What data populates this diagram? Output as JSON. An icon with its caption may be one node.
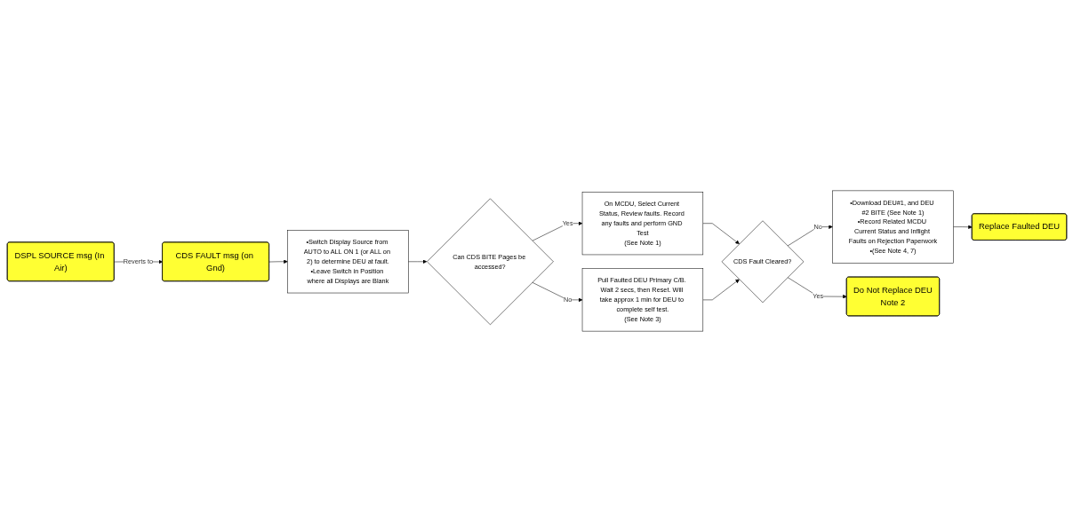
{
  "diagram": {
    "nodes": [
      {
        "text": [
          "CDS FAULT msg (on Gnd)"
        ]
      },
      {
        "text": [
          "DSPL SOURCE msg (In Air)"
        ]
      },
      {
        "text": [
          "•Switch Display Source from AUTO to ALL ON 1 (or ALL on 2) to determine DEU at fault.",
          "•Leave Switch in Position where all Displays are Blank"
        ]
      },
      {
        "text": [
          "Can CDS BITE Pages be accessed?"
        ]
      },
      {
        "text": [
          "On MCDU, Select Current Status, Review faults. Record any faults and perform GND Test",
          "(See Note 1)"
        ]
      },
      {
        "text": [
          "Pull Faulted DEU Primary C/B. Wait 2 secs, then Reset. Will take approx 1 min for DEU to complete self test.",
          "(See Note 3)"
        ]
      },
      {
        "text": [
          "CDS Fault Cleared?"
        ]
      },
      {
        "text": [
          "•Download DEU#1, and DEU #2 BITE (See Note 1)",
          "•Record Related MCDU Current Status and Inflight Faults on Rejection Paperwork",
          "•(See Note 4, 7)"
        ]
      },
      {
        "text": [
          "Replace Faulted DEU"
        ]
      },
      {
        "text": [
          "Do Not Replace DEU",
          "Note 2"
        ]
      }
    ],
    "edges": [
      {
        "from": 1,
        "to": 0,
        "arrow": "to",
        "label": "Reverts to"
      },
      {
        "from": 0,
        "to": 2,
        "arrow": "to"
      },
      {
        "from": 2,
        "to": 3,
        "arrow": "to"
      },
      {
        "from": 3,
        "to": 4,
        "arrow": "to",
        "label": "Yes"
      },
      {
        "from": 3,
        "to": 5,
        "arrow": "to",
        "label": "No"
      },
      {
        "from": 4,
        "to": 6,
        "arrow": "to"
      },
      {
        "from": 5,
        "to": 6,
        "arrow": "to"
      },
      {
        "from": 6,
        "to": 7,
        "arrow": "to",
        "label": "No"
      },
      {
        "from": 6,
        "to": 9,
        "arrow": "to",
        "label": "Yes"
      },
      {
        "from": 7,
        "to": 8,
        "arrow": "to"
      }
    ]
  }
}
